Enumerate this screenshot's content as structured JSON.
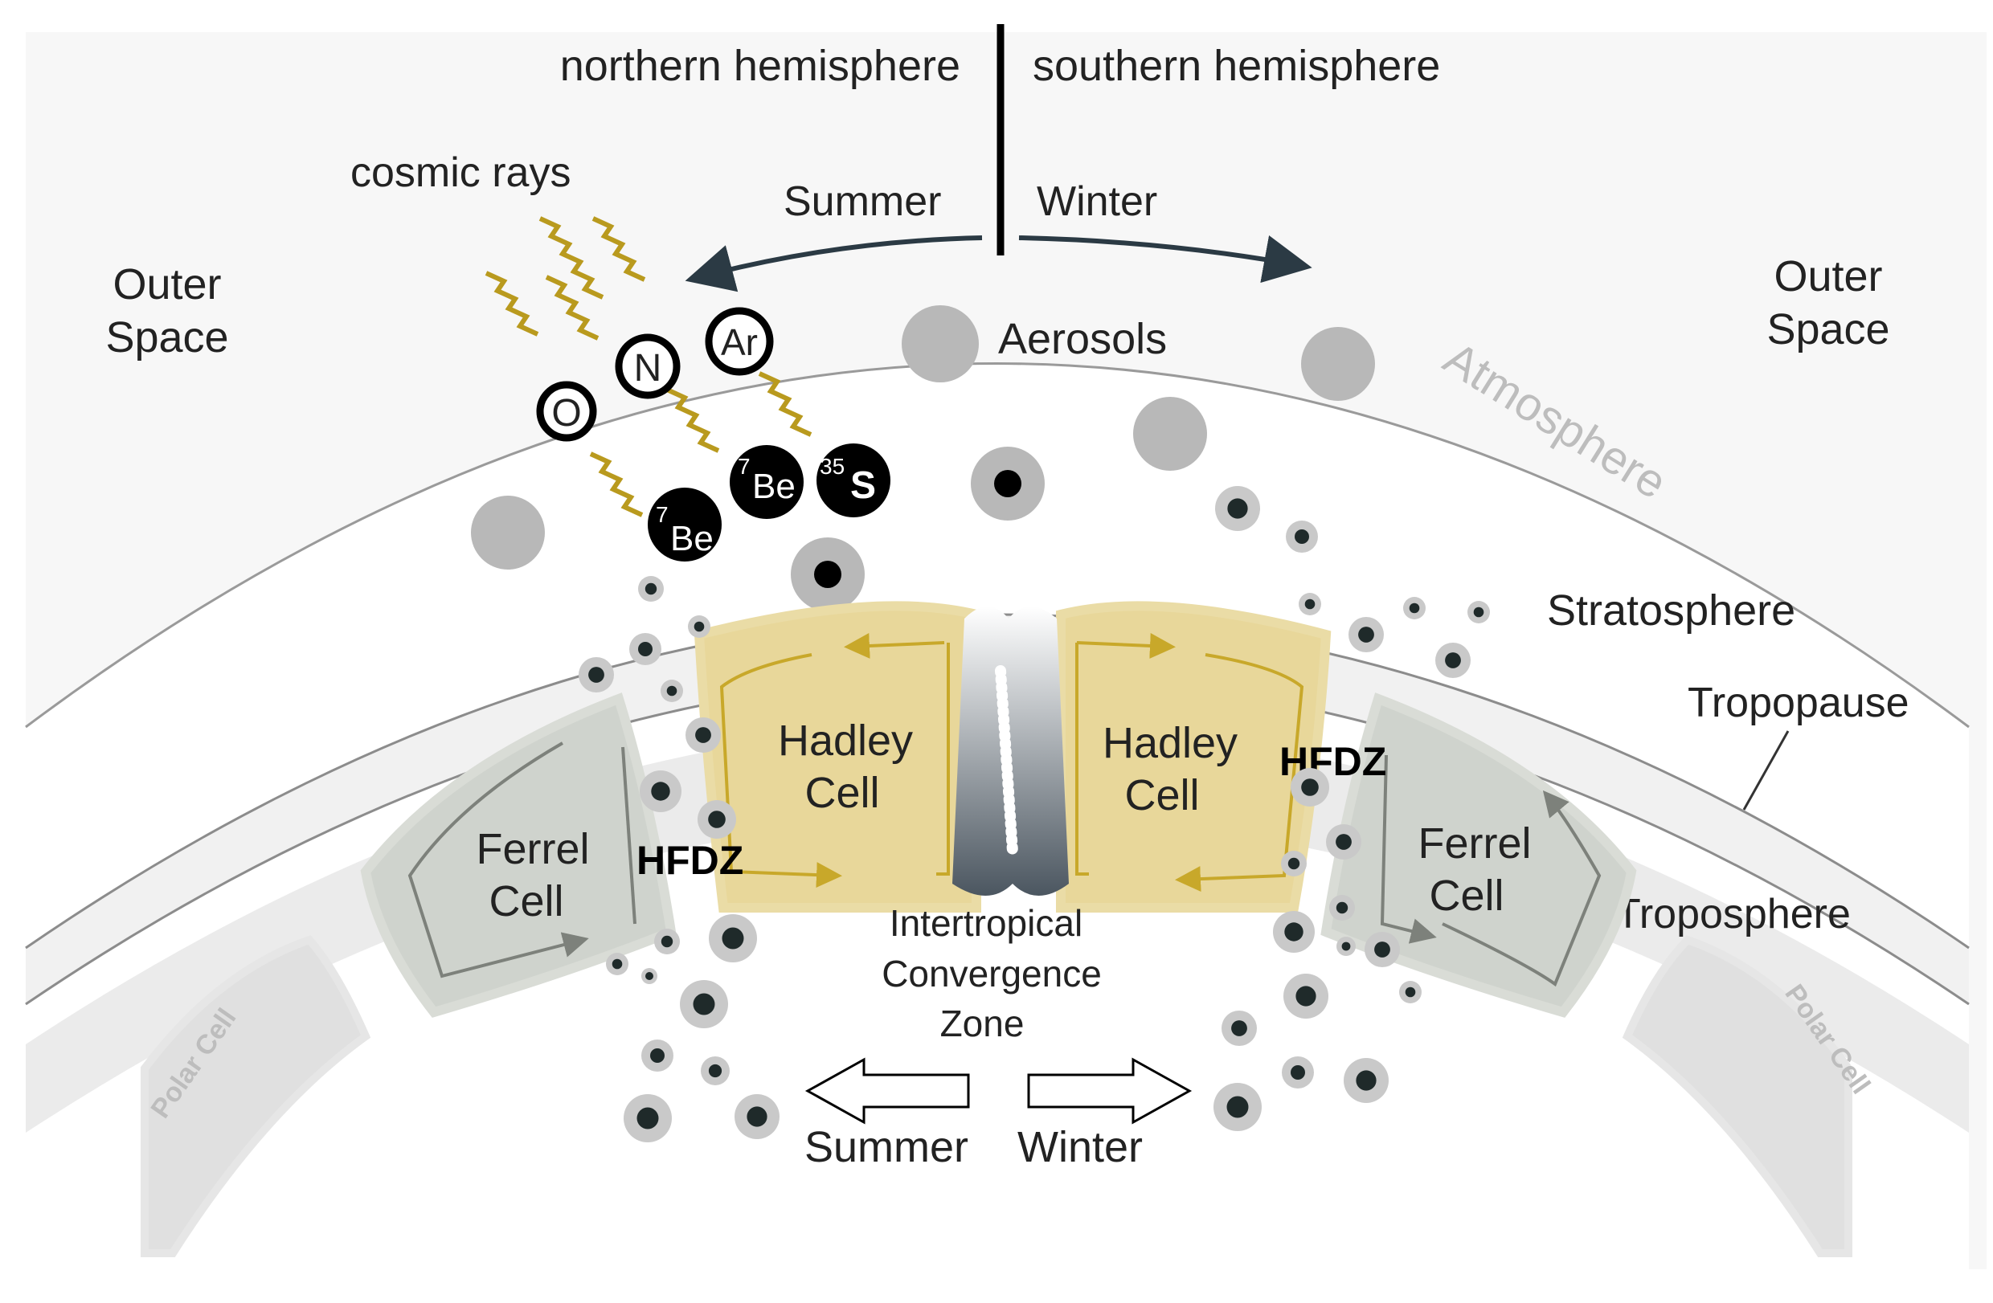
{
  "header": {
    "north": "northern hemisphere",
    "south": "southern hemisphere",
    "summer_top": "Summer",
    "winter_top": "Winter"
  },
  "labels": {
    "cosmic_rays": "cosmic rays",
    "outer_space_left": [
      "Outer",
      "Space"
    ],
    "outer_space_right": [
      "Outer",
      "Space"
    ],
    "atmosphere": "Atmosphere",
    "aerosols": "Aerosols",
    "stratosphere": "Stratosphere",
    "tropopause": "Tropopause",
    "troposphere": "Troposphere",
    "hadley_left": [
      "Hadley",
      "Cell"
    ],
    "hadley_right": [
      "Hadley",
      "Cell"
    ],
    "ferrel_left": [
      "Ferrel",
      "Cell"
    ],
    "ferrel_right": [
      "Ferrel",
      "Cell"
    ],
    "polar_left": "Polar Cell",
    "polar_right": "Polar Cell",
    "hfdz_left": "HFDZ",
    "hfdz_right": "HFDZ",
    "itcz": [
      "Intertropical",
      "Convergence",
      "Zone"
    ],
    "summer_bottom": "Summer",
    "winter_bottom": "Winter"
  },
  "particles": {
    "o": "O",
    "n": "N",
    "ar": "Ar",
    "be_sup": "7",
    "be": "Be",
    "s_sup": "35",
    "s": "S"
  },
  "colors": {
    "hadley_fill": "#e8d79a",
    "hadley_arrow": "#c8a82a",
    "ferrel_fill": "#cfd3cd",
    "cell_arrow": "#7d817b",
    "cosmic_ray": "#b99a1e",
    "aerosol_gray": "#b8b8b8",
    "dark_particle": "#1f2a2a",
    "arrow_dark": "#2b3a44"
  }
}
